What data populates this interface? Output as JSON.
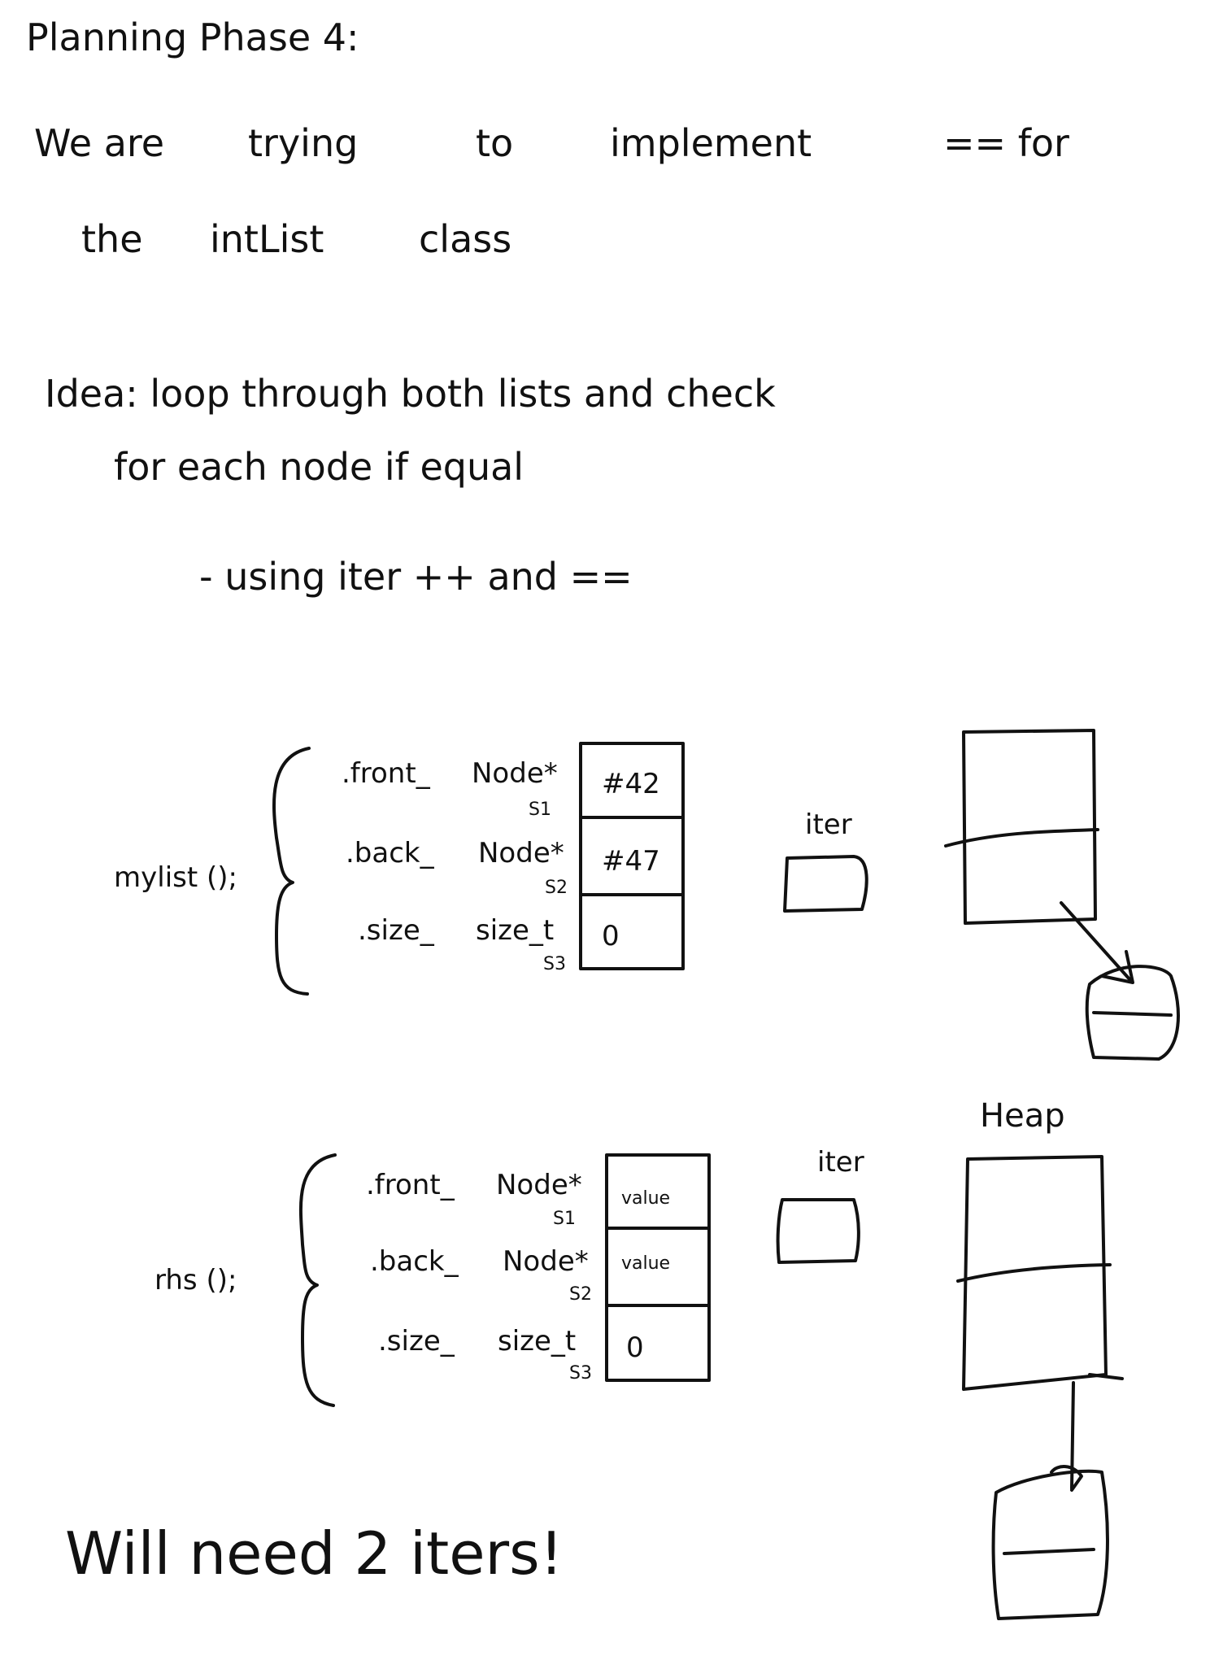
{
  "title": "Planning Phase 4:",
  "intro": {
    "line1": [
      "We are",
      "trying",
      "to",
      "implement",
      "== for"
    ],
    "line2": [
      "the",
      "intList",
      "class"
    ]
  },
  "idea": {
    "line1": "Idea: loop through both lists and check",
    "line2": "for each node if equal",
    "bullet": "- using iter ++ and =="
  },
  "mylist": {
    "name": "mylist ();",
    "fields": [
      {
        "member": ".front_",
        "type": "Node*",
        "slot": "S1",
        "value": "#42"
      },
      {
        "member": ".back_",
        "type": "Node*",
        "slot": "S2",
        "value": "#47"
      },
      {
        "member": ".size_",
        "type": "size_t",
        "slot": "S3",
        "value": "0"
      }
    ],
    "iter_label": "iter"
  },
  "rhs": {
    "name": "rhs ();",
    "fields": [
      {
        "member": ".front_",
        "type": "Node*",
        "slot": "S1",
        "value": "value"
      },
      {
        "member": ".back_",
        "type": "Node*",
        "slot": "S2",
        "value": "value"
      },
      {
        "member": ".size_",
        "type": "size_t",
        "slot": "S3",
        "value": "0"
      }
    ],
    "iter_label": "iter"
  },
  "heap_label": "Heap",
  "conclusion": "Will need 2 iters!"
}
